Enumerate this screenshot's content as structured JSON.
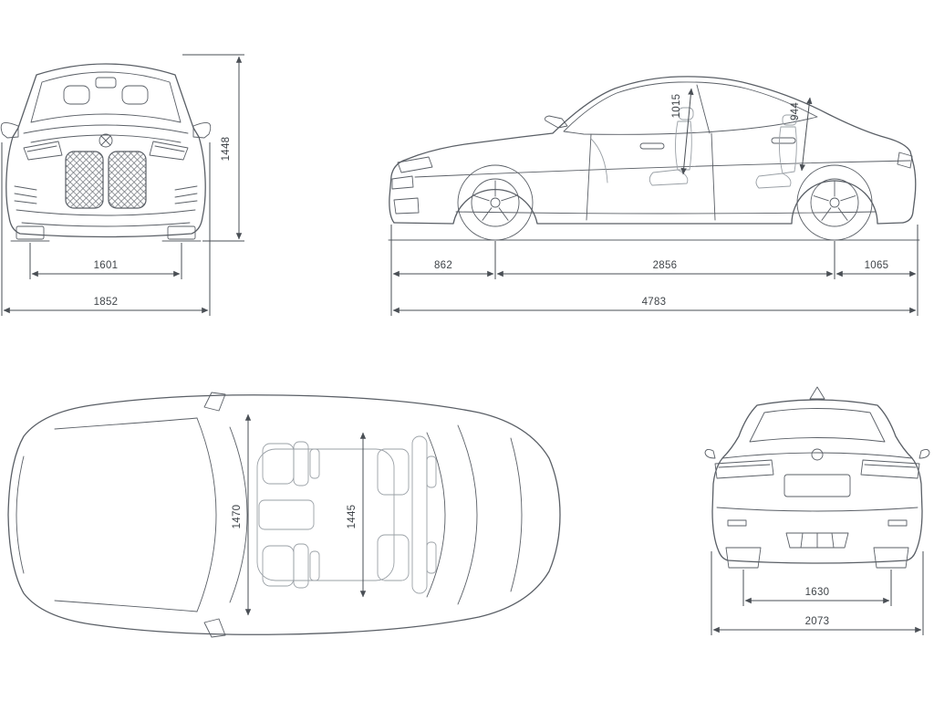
{
  "views": {
    "front": {
      "height": "1448",
      "track_width": "1601",
      "overall_width": "1852"
    },
    "side": {
      "front_headroom": "1015",
      "rear_headroom": "944",
      "front_overhang": "862",
      "wheelbase": "2856",
      "rear_overhang": "1065",
      "overall_length": "4783"
    },
    "top": {
      "front_interior_width": "1470",
      "rear_interior_width": "1445"
    },
    "rear": {
      "rear_track": "1630",
      "width_incl_mirrors": "2073"
    }
  },
  "colors": {
    "line": "#5a5f66",
    "interior_line": "#9aa0a6",
    "dimension_line": "#4a4f55",
    "text": "#3f4449",
    "background": "#ffffff"
  }
}
